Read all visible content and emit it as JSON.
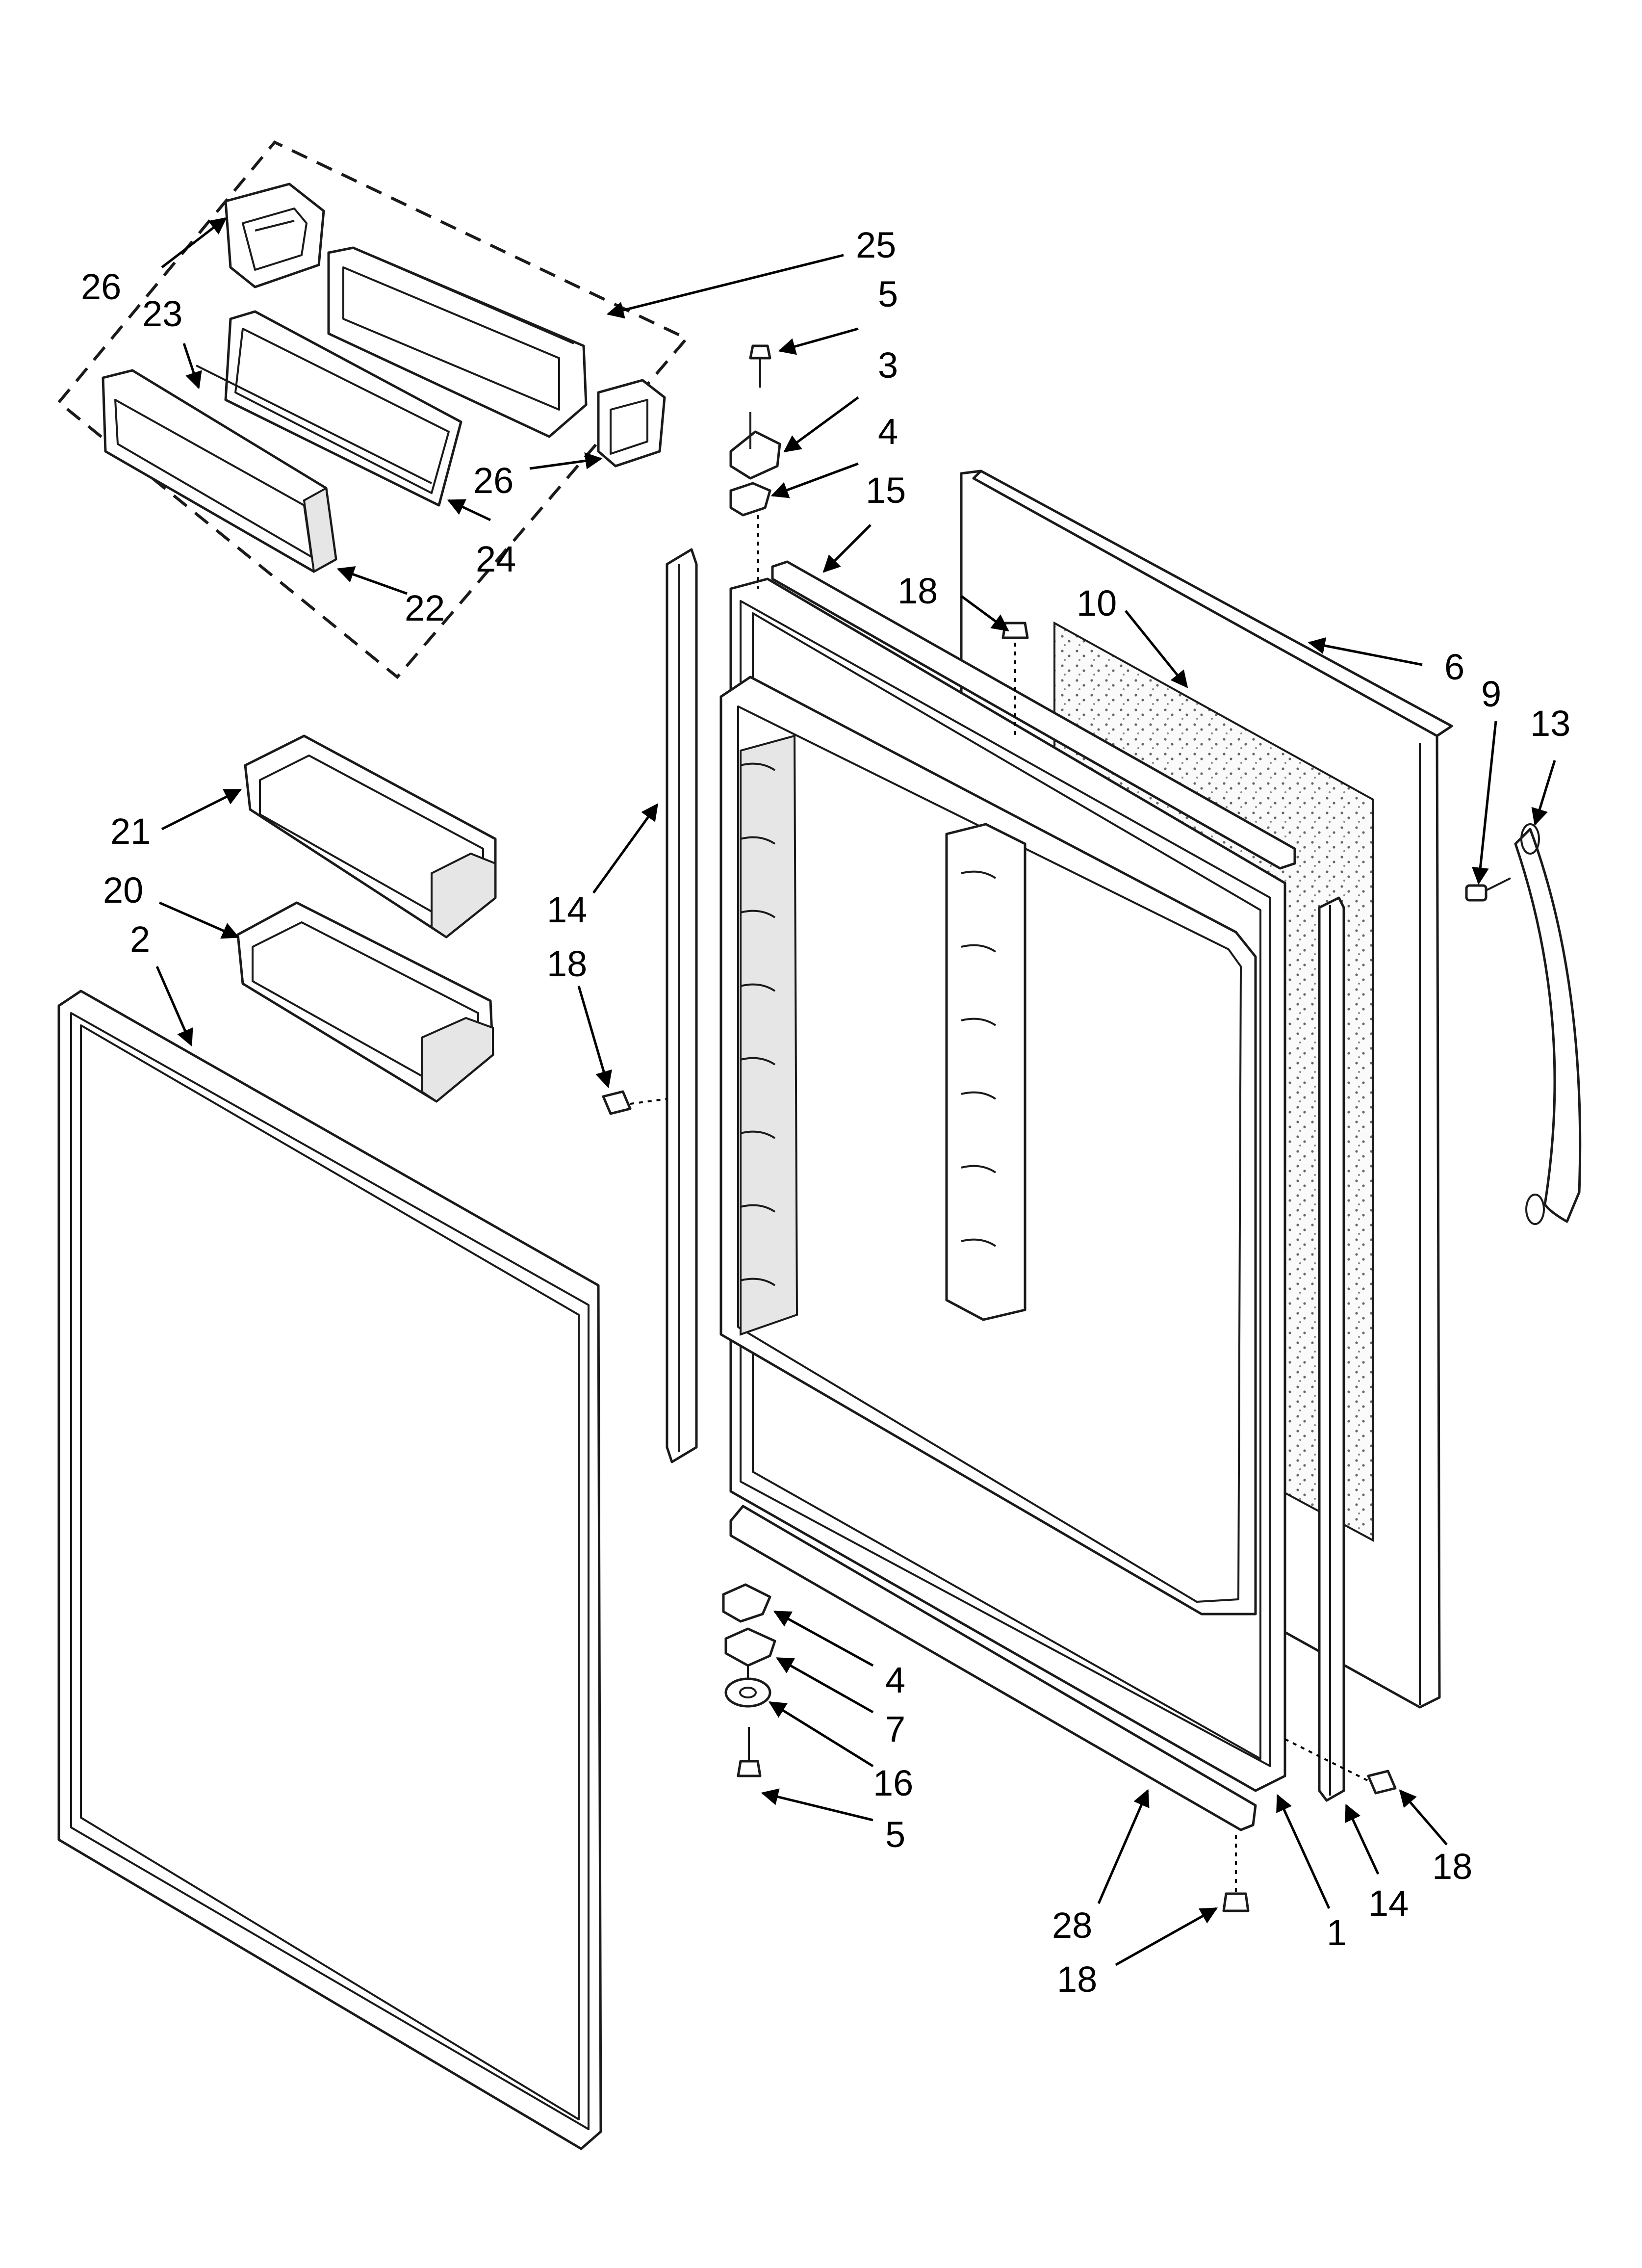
{
  "diagram": {
    "type": "exploded-parts-diagram",
    "colors": {
      "line": "#1a1a1a",
      "background": "#ffffff",
      "shade": "#e6e6e6"
    },
    "callouts": {
      "c26a": "26",
      "c25": "25",
      "c23": "23",
      "c5a": "5",
      "c3": "3",
      "c4a": "4",
      "c26b": "26",
      "c24": "24",
      "c22": "22",
      "c15": "15",
      "c18a": "18",
      "c10": "10",
      "c6": "6",
      "c9": "9",
      "c13": "13",
      "c21": "21",
      "c20": "20",
      "c2": "2",
      "c14a": "14",
      "c18b": "18",
      "c4b": "4",
      "c7": "7",
      "c16": "16",
      "c5b": "5",
      "c28": "28",
      "c18c": "18",
      "c1": "1",
      "c14b": "14",
      "c18d": "18"
    }
  }
}
